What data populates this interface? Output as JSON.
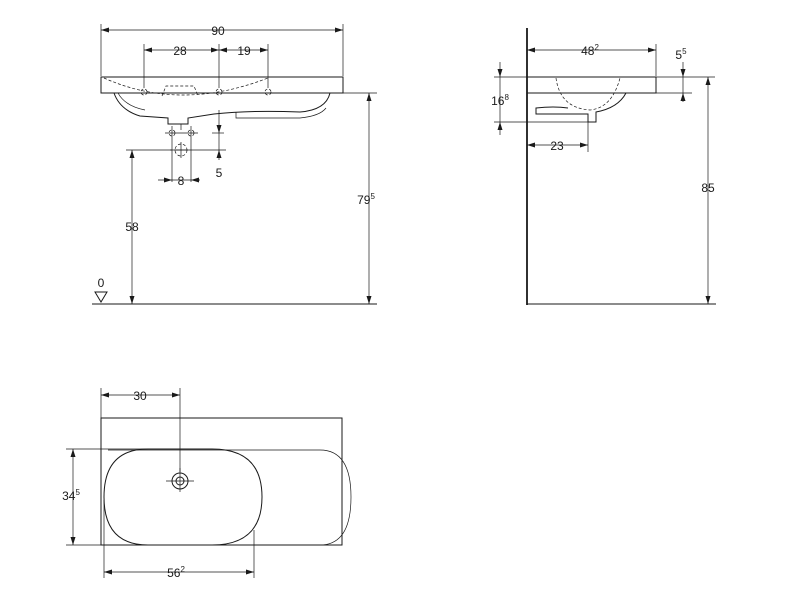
{
  "front_view": {
    "width": "90",
    "tap_offset": "28",
    "hole_spacing": "19",
    "waste_spacing": "8",
    "waste_drop": "5",
    "waste_height": "58",
    "total_height_main": "79",
    "total_height_sup": "5",
    "floor_label": "0"
  },
  "side_view": {
    "depth_main": "48",
    "depth_sup": "2",
    "rim_main": "5",
    "rim_sup": "5",
    "basin_height_main": "16",
    "basin_height_sup": "8",
    "waste_depth": "23",
    "total_height": "85"
  },
  "plan_view": {
    "tap_position": "30",
    "bowl_depth_main": "34",
    "bowl_depth_sup": "5",
    "bowl_width_main": "56",
    "bowl_width_sup": "2"
  },
  "icons": {
    "floor_marker": "floor-level-triangle-icon"
  }
}
